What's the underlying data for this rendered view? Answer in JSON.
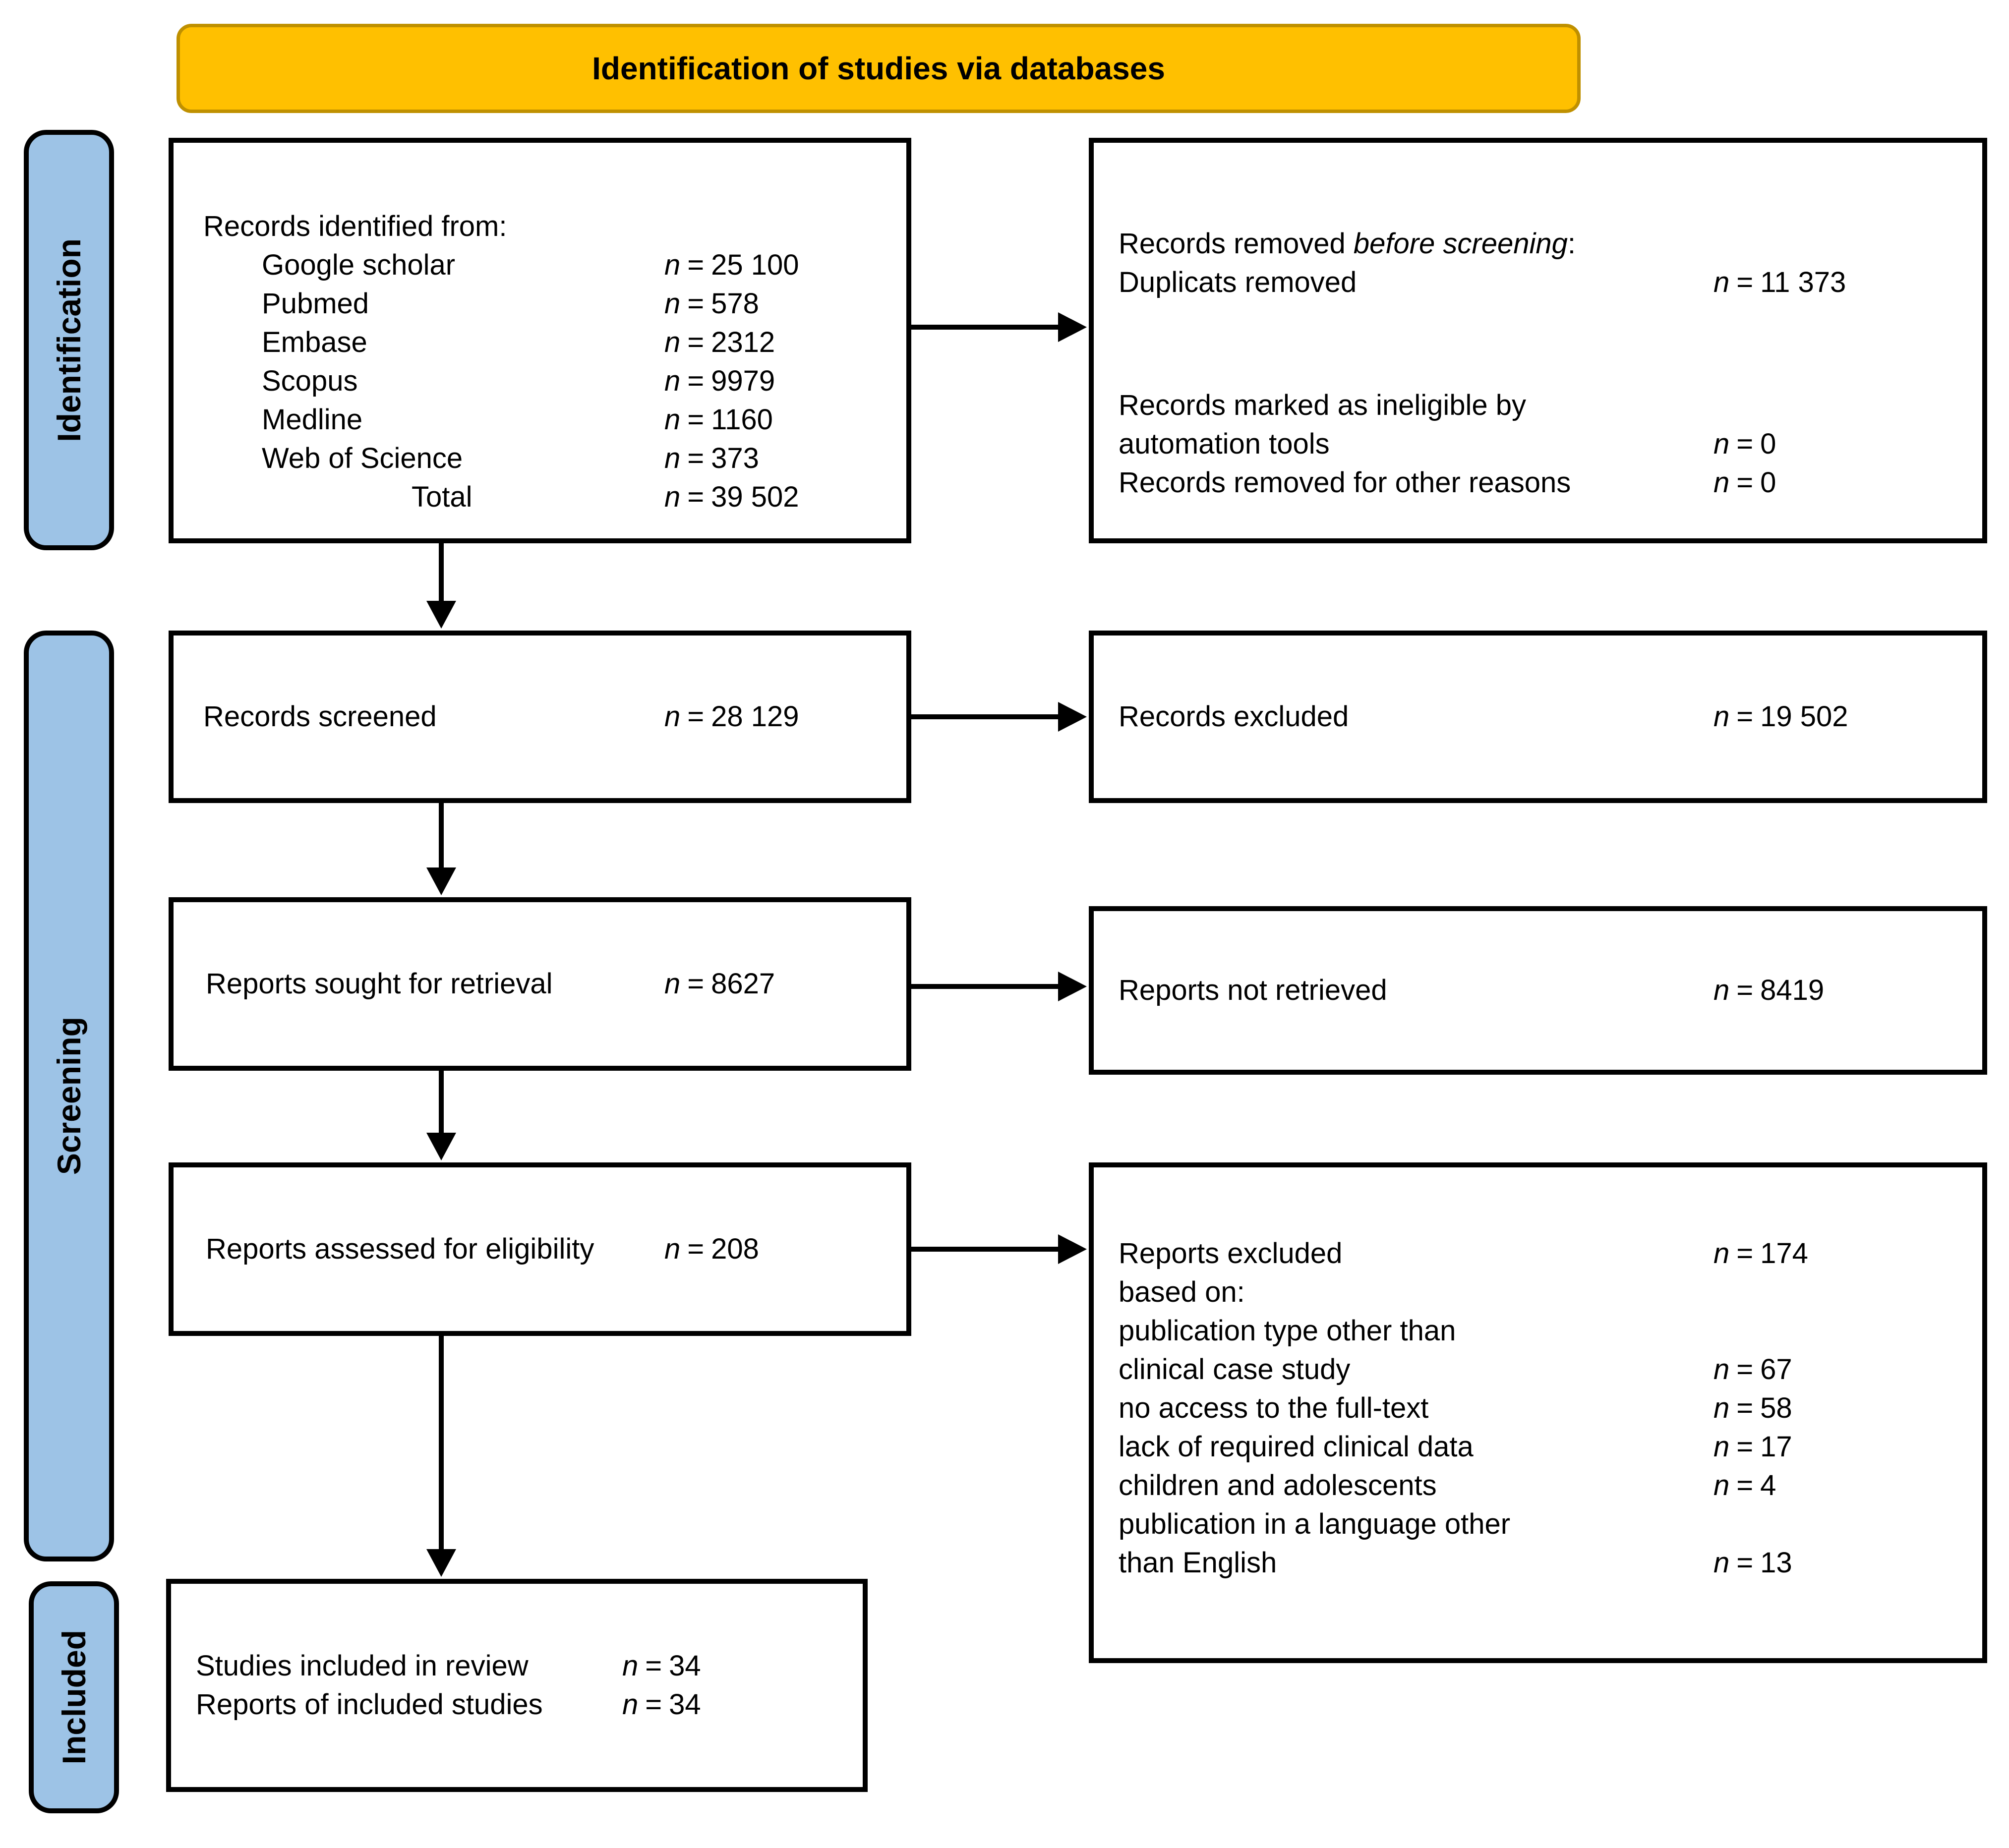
{
  "misc": {
    "n": "n",
    "eq": "="
  },
  "banner": {
    "title": "Identification of studies via databases"
  },
  "sidebar": {
    "identification": "Identification",
    "screening": "Screening",
    "included": "Included"
  },
  "colors": {
    "banner_fill": "#FFC000",
    "banner_border": "#BF9000",
    "sidebar_fill": "#9DC3E6",
    "box_border": "#000000"
  },
  "boxes": {
    "identified": {
      "heading": "Records identified from:",
      "rows": [
        {
          "label": "Google scholar",
          "value": "25 100"
        },
        {
          "label": "Pubmed",
          "value": "578"
        },
        {
          "label": "Embase",
          "value": "2312"
        },
        {
          "label": "Scopus",
          "value": "9979"
        },
        {
          "label": "Medline",
          "value": "1160"
        },
        {
          "label": "Web of Science",
          "value": "373"
        },
        {
          "label": "Total",
          "value": "39 502"
        }
      ]
    },
    "removed": {
      "heading_prefix": "Records removed ",
      "heading_italic": "before screening",
      "heading_suffix": ":",
      "rows": [
        {
          "label": "Duplicats removed",
          "value": "11 373"
        },
        {
          "label": "Records marked as ineligible by"
        },
        {
          "label": "automation tools",
          "value": "0"
        },
        {
          "label": "Records removed for other reasons",
          "value": "0"
        }
      ]
    },
    "screened": {
      "label": "Records screened",
      "value": "28 129"
    },
    "excluded": {
      "label": "Records excluded",
      "value": "19 502"
    },
    "sought": {
      "label": "Reports sought for retrieval",
      "value": "8627"
    },
    "not_retrieved": {
      "label": "Reports not retrieved",
      "value": "8419"
    },
    "assessed": {
      "label": "Reports assessed for eligibility",
      "value": "208"
    },
    "reports_excluded": {
      "rows": [
        {
          "label": "Reports excluded",
          "value": "174"
        },
        {
          "label": "based on:"
        },
        {
          "label": "publication type other than"
        },
        {
          "label": "clinical case study",
          "value": "67"
        },
        {
          "label": "no access to the full-text",
          "value": "58"
        },
        {
          "label": "lack of required clinical data",
          "value": "17"
        },
        {
          "label": "children and adolescents",
          "value": "4"
        },
        {
          "label": "publication in a language other"
        },
        {
          "label": "than English",
          "value": "13"
        }
      ]
    },
    "included": {
      "rows": [
        {
          "label": "Studies included in review",
          "value": "34"
        },
        {
          "label": "Reports of included studies",
          "value": "34"
        }
      ]
    }
  }
}
